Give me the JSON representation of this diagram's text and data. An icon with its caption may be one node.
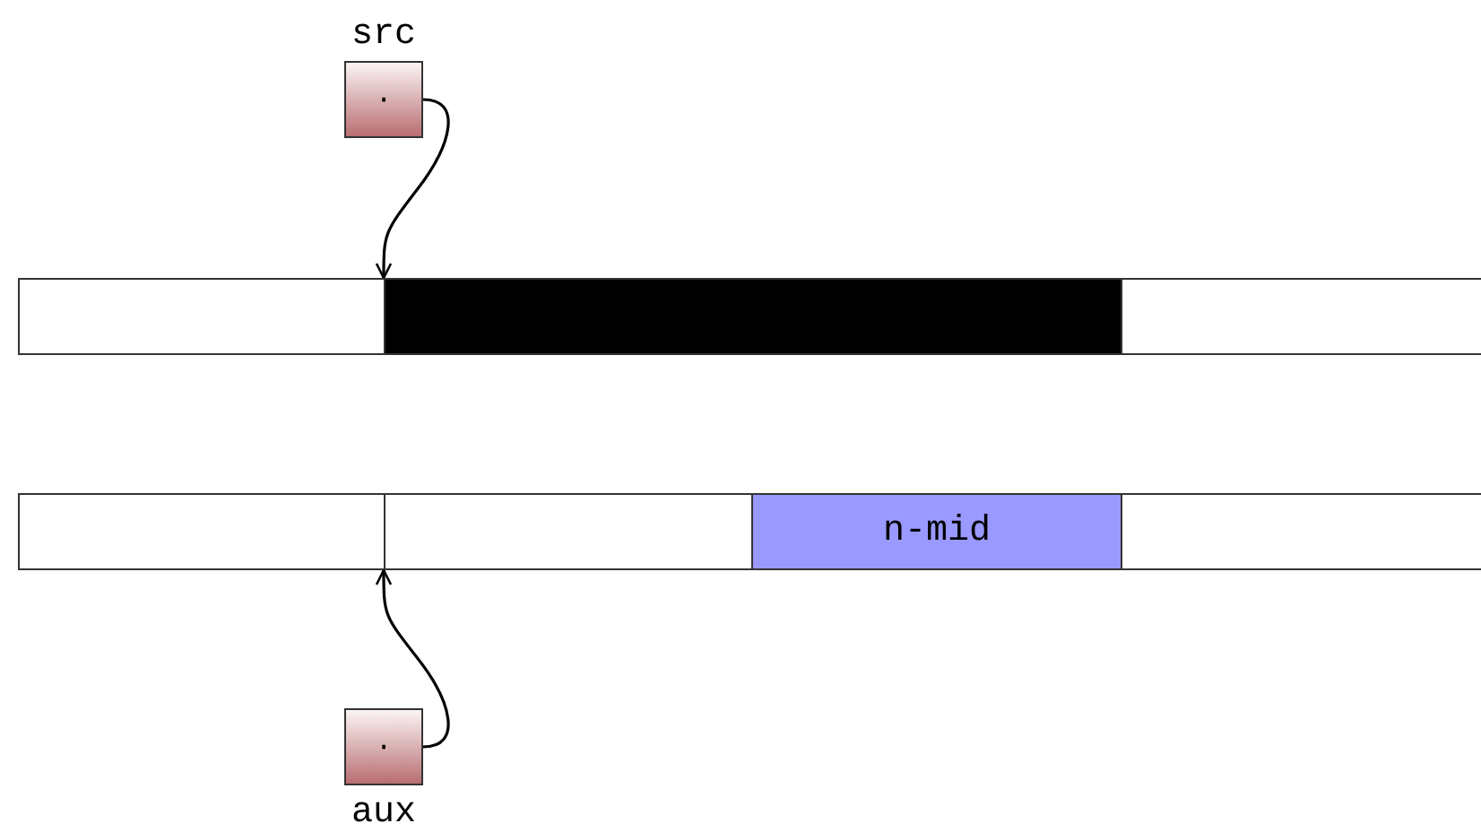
{
  "diagram": {
    "nodes": [
      {
        "text": [
          "src",
          "·"
        ]
      },
      {
        "text": [],
        "shape": "box"
      },
      {
        "text": [],
        "shape": "box"
      },
      {
        "text": [],
        "shape": "box"
      },
      {
        "text": [],
        "shape": "box"
      },
      {
        "text": [],
        "shape": "box"
      },
      {
        "text": [
          "n-mid"
        ]
      },
      {
        "text": [],
        "shape": "box"
      },
      {
        "text": [
          "·",
          "aux"
        ]
      }
    ],
    "edges": [
      {
        "from": 0,
        "to": 2,
        "arrow": "to"
      },
      {
        "from": 8,
        "to": 5,
        "arrow": "to"
      }
    ]
  }
}
